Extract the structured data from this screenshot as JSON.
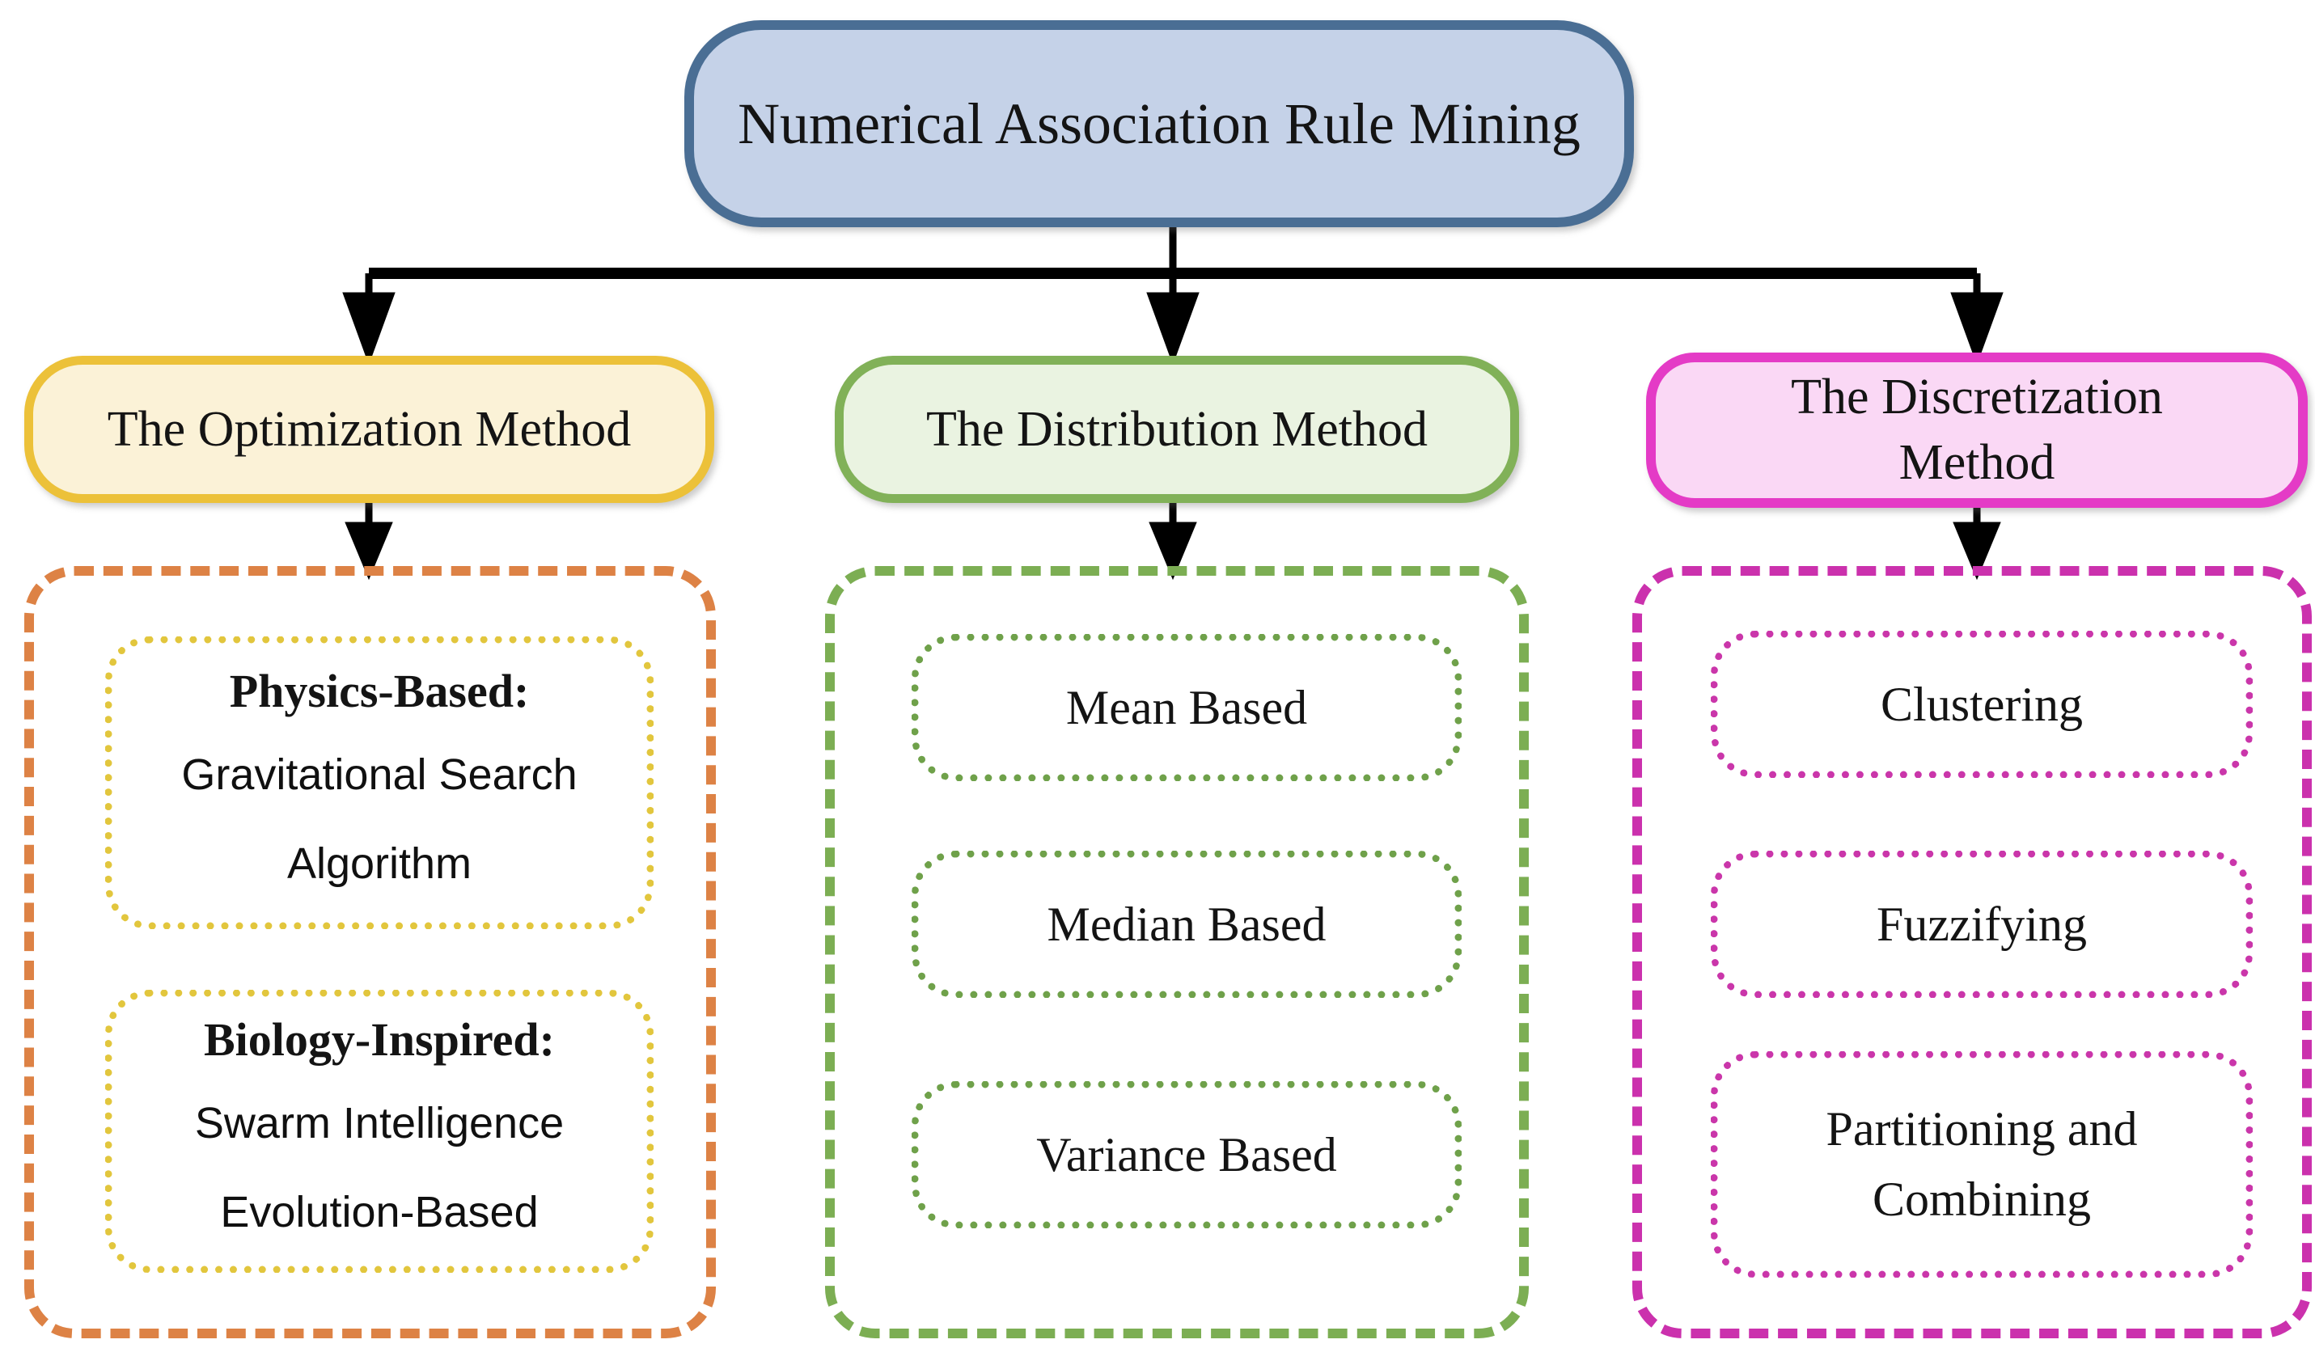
{
  "figure": {
    "background": "#ffffff",
    "connector_color": "#000000"
  },
  "root_node": {
    "label": "Numerical Association Rule Mining",
    "fill": "#c5d2e8",
    "border": "#4a6e94"
  },
  "branches": [
    {
      "key": "optimization",
      "title": "The Optimization Method",
      "title_lines": [
        "The Optimization Method"
      ],
      "header_fill": "#fbf2d7",
      "header_border": "#ecc139",
      "container_border": "#dd8245",
      "item_dot_border": "#e2c63d",
      "items": [
        {
          "heading": "Physics-Based:",
          "lines": [
            "Gravitational Search",
            "Algorithm"
          ]
        },
        {
          "heading": "Biology-Inspired:",
          "lines": [
            "Swarm Intelligence",
            "Evolution-Based"
          ]
        }
      ]
    },
    {
      "key": "distribution",
      "title": "The Distribution Method",
      "title_lines": [
        "The Distribution Method"
      ],
      "header_fill": "#eaf3e1",
      "header_border": "#81b158",
      "container_border": "#7cae53",
      "item_dot_border": "#6fa14a",
      "items": [
        {
          "lines": [
            "Mean Based"
          ]
        },
        {
          "lines": [
            "Median Based"
          ]
        },
        {
          "lines": [
            "Variance Based"
          ]
        }
      ]
    },
    {
      "key": "discretization",
      "title": "The Discretization Method",
      "title_lines": [
        "The Discretization",
        "Method"
      ],
      "header_fill": "#fad8f5",
      "header_border": "#e43bc6",
      "container_border": "#cb31ad",
      "item_dot_border": "#ca36aa",
      "items": [
        {
          "lines": [
            "Clustering"
          ]
        },
        {
          "lines": [
            "Fuzzifying"
          ]
        },
        {
          "lines": [
            "Partitioning and",
            "Combining"
          ]
        }
      ]
    }
  ]
}
